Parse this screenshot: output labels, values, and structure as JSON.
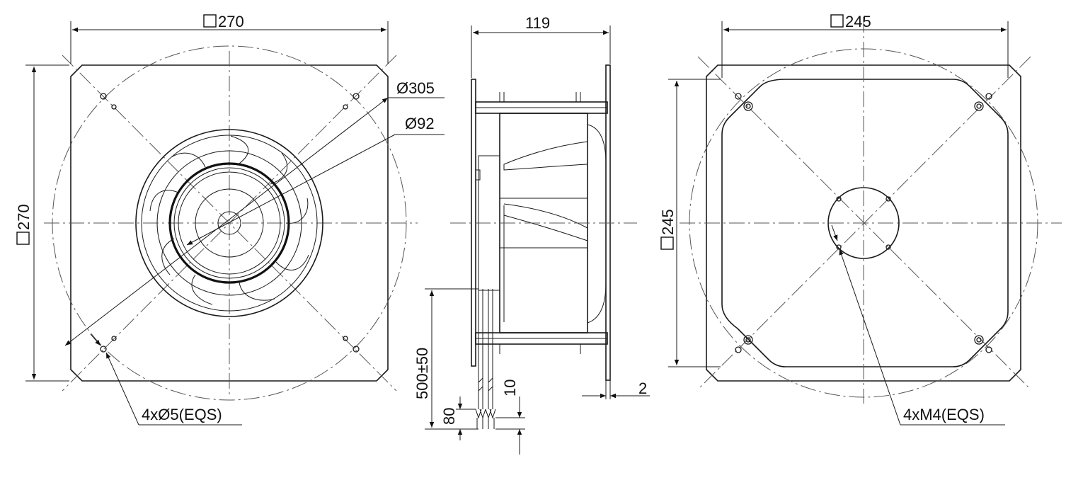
{
  "front_view": {
    "width_label": "270",
    "height_label": "270",
    "diameter_outer_label": "Ø305",
    "diameter_inner_label": "Ø92",
    "mount_holes_label": "4xØ5(EQS)"
  },
  "side_view": {
    "depth_label": "119",
    "cable_length_label": "500±50",
    "strip_length_label": "80",
    "wire_end_label": "10",
    "flange_thickness_label": "2"
  },
  "rear_view": {
    "width_label": "245",
    "height_label": "245",
    "thread_label": "4xM4(EQS)"
  }
}
